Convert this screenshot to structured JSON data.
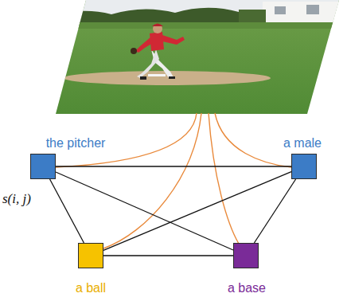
{
  "diagram": {
    "nodes": [
      {
        "text": [
          "the pitcher"
        ]
      },
      {
        "text": [
          "a male"
        ]
      },
      {
        "text": [
          "a ball"
        ]
      },
      {
        "text": [
          "a base"
        ]
      }
    ],
    "edges": [
      {
        "from": 0,
        "to": 1,
        "arrow": "none"
      },
      {
        "from": 0,
        "to": 2,
        "arrow": "none"
      },
      {
        "from": 0,
        "to": 3,
        "arrow": "none"
      },
      {
        "from": 1,
        "to": 2,
        "arrow": "none"
      },
      {
        "from": 1,
        "to": 3,
        "arrow": "none"
      },
      {
        "from": 2,
        "to": 3,
        "arrow": "none"
      }
    ],
    "labels": [
      "s(i, j)"
    ]
  }
}
